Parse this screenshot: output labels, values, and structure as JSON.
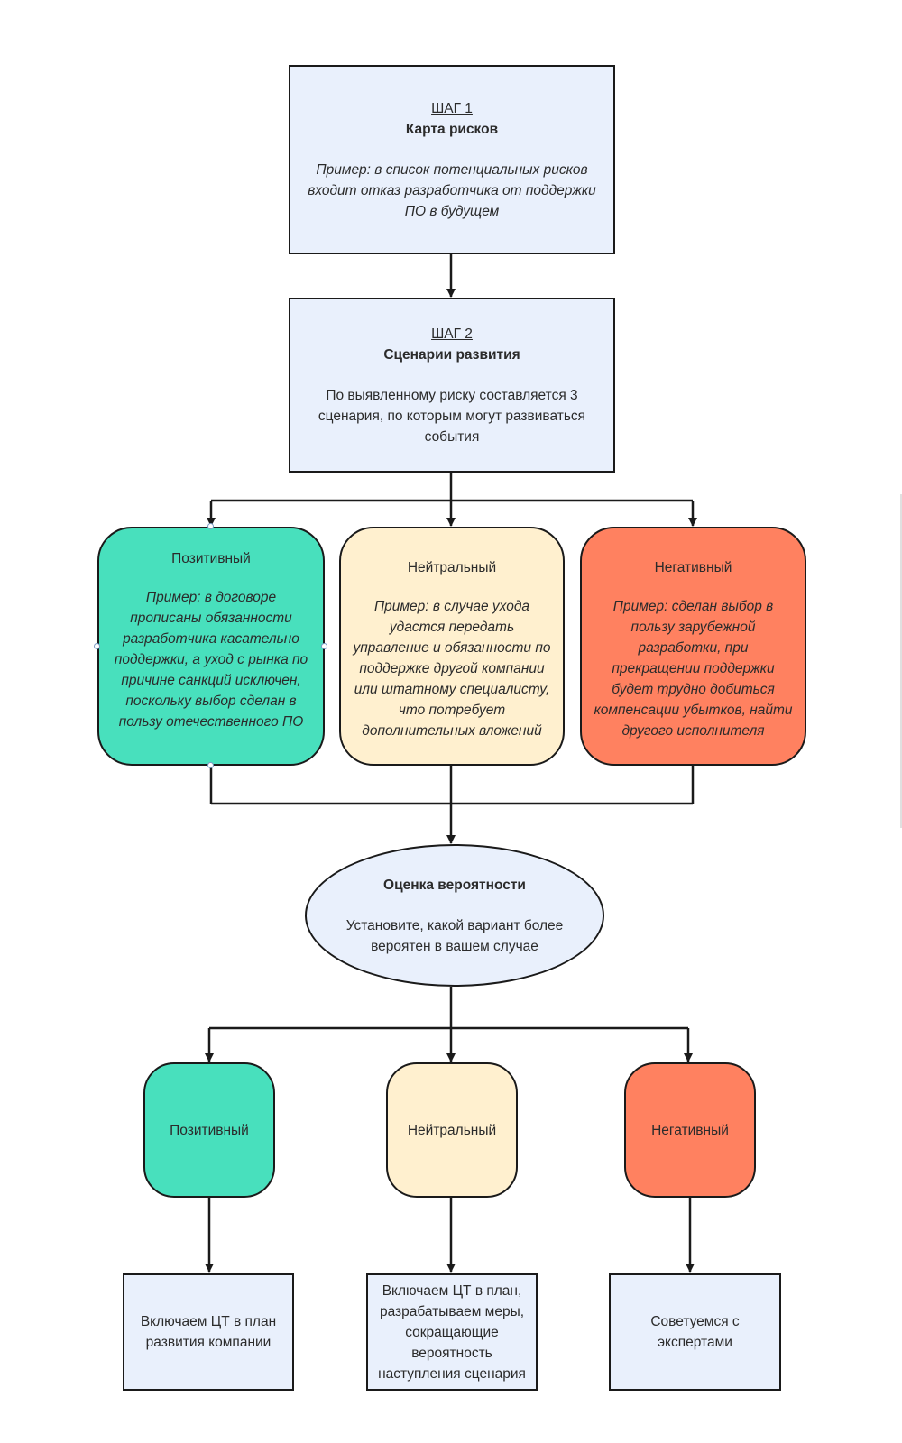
{
  "step1": {
    "label": "ШАГ 1",
    "title": "Карта рисков",
    "text": "Пример: в список потенциальных рисков входит отказ разработчика от поддержки ПО в будущем"
  },
  "step2": {
    "label": "ШАГ 2",
    "title": "Сценарии развития",
    "text": "По выявленному риску составляется 3 сценария, по которым могут развиваться события"
  },
  "scenarios": [
    {
      "title": "Позитивный",
      "text": "Пример: в договоре прописаны обязанности разработчика касательно поддержки, а уход с рынка по причине санкций исключен, поскольку выбор сделан в пользу отечественного ПО"
    },
    {
      "title": "Нейтральный",
      "text": "Пример: в случае ухода удастся передать управление и обязанности по поддержке другой компании или штатному специалисту, что потребует дополнительных вложений"
    },
    {
      "title": "Негативный",
      "text": "Пример: сделан выбор в пользу зарубежной разработки, при прекращении поддержки будет трудно добиться компенсации убытков, найти другого исполнителя"
    }
  ],
  "probability": {
    "title": "Оценка вероятности",
    "text": "Установите, какой вариант более вероятен в вашем случае"
  },
  "outcomes": [
    {
      "label": "Позитивный",
      "action": "Включаем ЦТ в план развития компании"
    },
    {
      "label": "Нейтральный",
      "action": "Включаем ЦТ в план, разрабатываем меры, сокращающие вероятность наступления сценария"
    },
    {
      "label": "Негативный",
      "action": "Советуемся с экспертами"
    }
  ],
  "colors": {
    "positive": "#48e0bd",
    "neutral": "#fff0cf",
    "negative": "#ff8160",
    "box": "#e9f0fc",
    "line": "#1a1a1a"
  }
}
